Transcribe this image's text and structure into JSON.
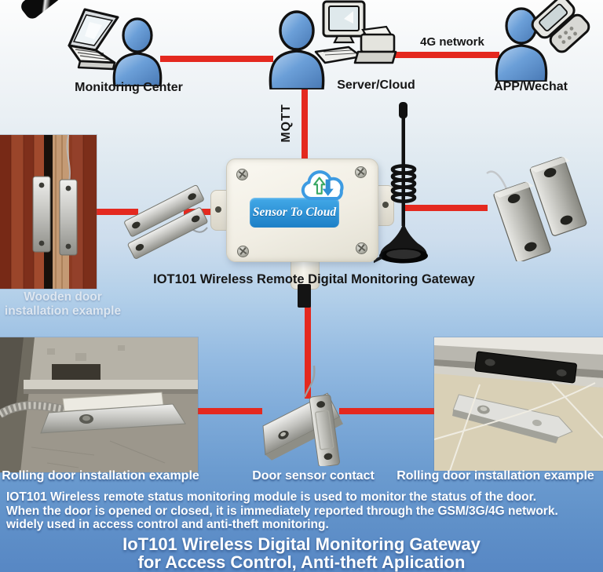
{
  "diagram": {
    "top_nodes": {
      "monitoring_center": "Monitoring Center",
      "server_cloud": "Server/Cloud",
      "app_wechat": "APP/Wechat"
    },
    "links": {
      "network_4g": "4G network",
      "mqtt": "MQTT"
    },
    "gateway": {
      "logo_text": "Sensor To Cloud",
      "caption": "IOT101 Wireless Remote Digital Monitoring Gateway"
    },
    "examples": {
      "wooden_door_line1": "Wooden door",
      "wooden_door_line2": "installation example",
      "rolling_left": "Rolling door installation example",
      "door_sensor": "Door sensor contact",
      "rolling_right": "Rolling door installation example"
    },
    "description": [
      "IOT101 Wireless remote status monitoring module is used to monitor the status of the door.",
      "When the door is opened or closed, it is immediately reported through the GSM/3G/4G network.",
      "widely used in access control and anti-theft monitoring."
    ],
    "title": [
      "IoT101 Wireless Digital Monitoring Gateway",
      "for Access Control, Anti-theft Aplication"
    ],
    "colors": {
      "connector_red": "#e4291f",
      "label_blue": "#2a93d8",
      "person_blue": "#6b9fd8",
      "background_bottom_blue": "#5787c4"
    }
  }
}
